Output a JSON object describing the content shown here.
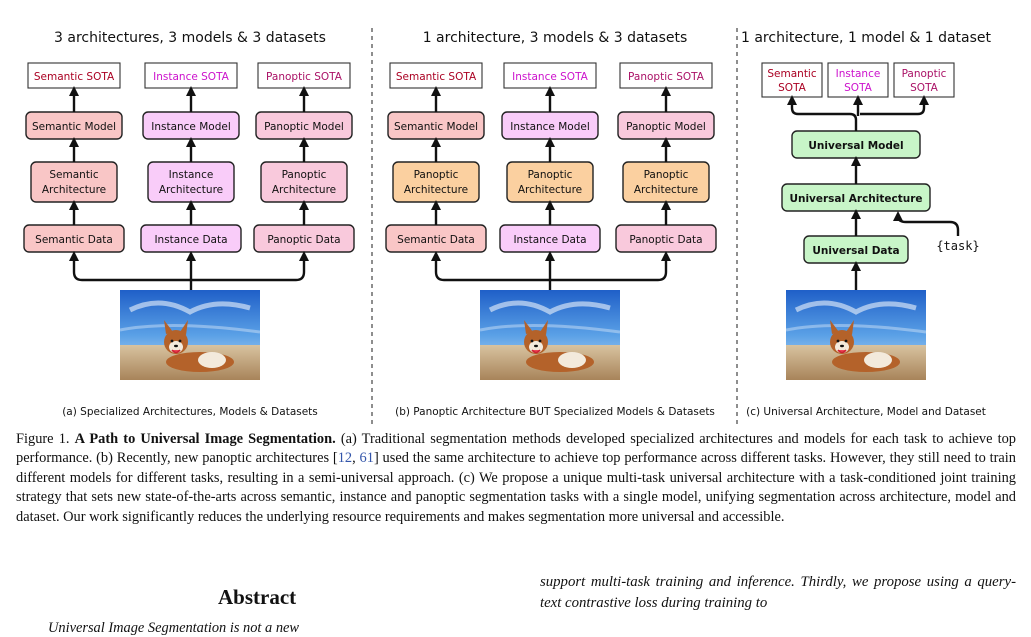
{
  "panels": {
    "a": {
      "header": "3 architectures, 3 models & 3 datasets",
      "sota": [
        "Semantic SOTA",
        "Instance SOTA",
        "Panoptic SOTA"
      ],
      "models": [
        "Semantic Model",
        "Instance Model",
        "Panoptic Model"
      ],
      "arch_line1": [
        "Semantic",
        "Instance",
        "Panoptic"
      ],
      "arch_line2": [
        "Architecture",
        "Architecture",
        "Architecture"
      ],
      "data": [
        "Semantic Data",
        "Instance Data",
        "Panoptic Data"
      ],
      "caption": "(a) Specialized Architectures, Models & Datasets"
    },
    "b": {
      "header": "1 architecture, 3 models & 3 datasets",
      "sota": [
        "Semantic SOTA",
        "Instance SOTA",
        "Panoptic SOTA"
      ],
      "models": [
        "Semantic Model",
        "Instance Model",
        "Panoptic Model"
      ],
      "arch_line1": [
        "Panoptic",
        "Panoptic",
        "Panoptic"
      ],
      "arch_line2": [
        "Architecture",
        "Architecture",
        "Architecture"
      ],
      "data": [
        "Semantic Data",
        "Instance Data",
        "Panoptic Data"
      ],
      "caption": "(b) Panoptic Architecture BUT Specialized Models & Datasets"
    },
    "c": {
      "header": "1 architecture, 1 model & 1 dataset",
      "sota_line1": [
        "Semantic",
        "Instance",
        "Panoptic"
      ],
      "sota_line2": [
        "SOTA",
        "SOTA",
        "SOTA"
      ],
      "model": "Universal Model",
      "architecture": "Universal Architecture",
      "data": "Universal Data",
      "task_token": "{task}",
      "caption": "(c) Universal Architecture, Model and Dataset"
    }
  },
  "colors": {
    "semantic": "#aa0022",
    "instance": "#cc11cc",
    "panoptic": "#aa1166",
    "semantic_fill": "#f9c6c6",
    "instance_fill": "#f9ccf9",
    "panoptic_fill": "#f9c9dc",
    "arch_b_fill": "#fbd0a0",
    "universal_fill": "#c8f5c8"
  },
  "figure_caption": {
    "label": "Figure 1.",
    "title": "A Path to Universal Image Segmentation.",
    "part1": "(a) Traditional segmentation methods developed specialized architectures and models for each task to achieve top performance. (b) Recently, new panoptic architectures [",
    "cite1": "12",
    "sep": ", ",
    "cite2": "61",
    "part2": "] used the same architecture to achieve top performance across different tasks. However, they still need to train different models for different tasks, resulting in a semi-universal approach. (c) We propose a unique multi-task universal architecture with a task-conditioned joint training strategy that sets new state-of-the-arts across semantic, instance and panoptic segmentation tasks with a single model, unifying segmentation across architecture, model and dataset. Our work significantly reduces the underlying resource requirements and makes segmentation more universal and accessible."
  },
  "abstract": {
    "title": "Abstract",
    "first_line": "Universal Image Segmentation is not a new",
    "right_column": "support multi-task training and inference. Thirdly, we propose using a query-text contrastive loss during training to"
  }
}
